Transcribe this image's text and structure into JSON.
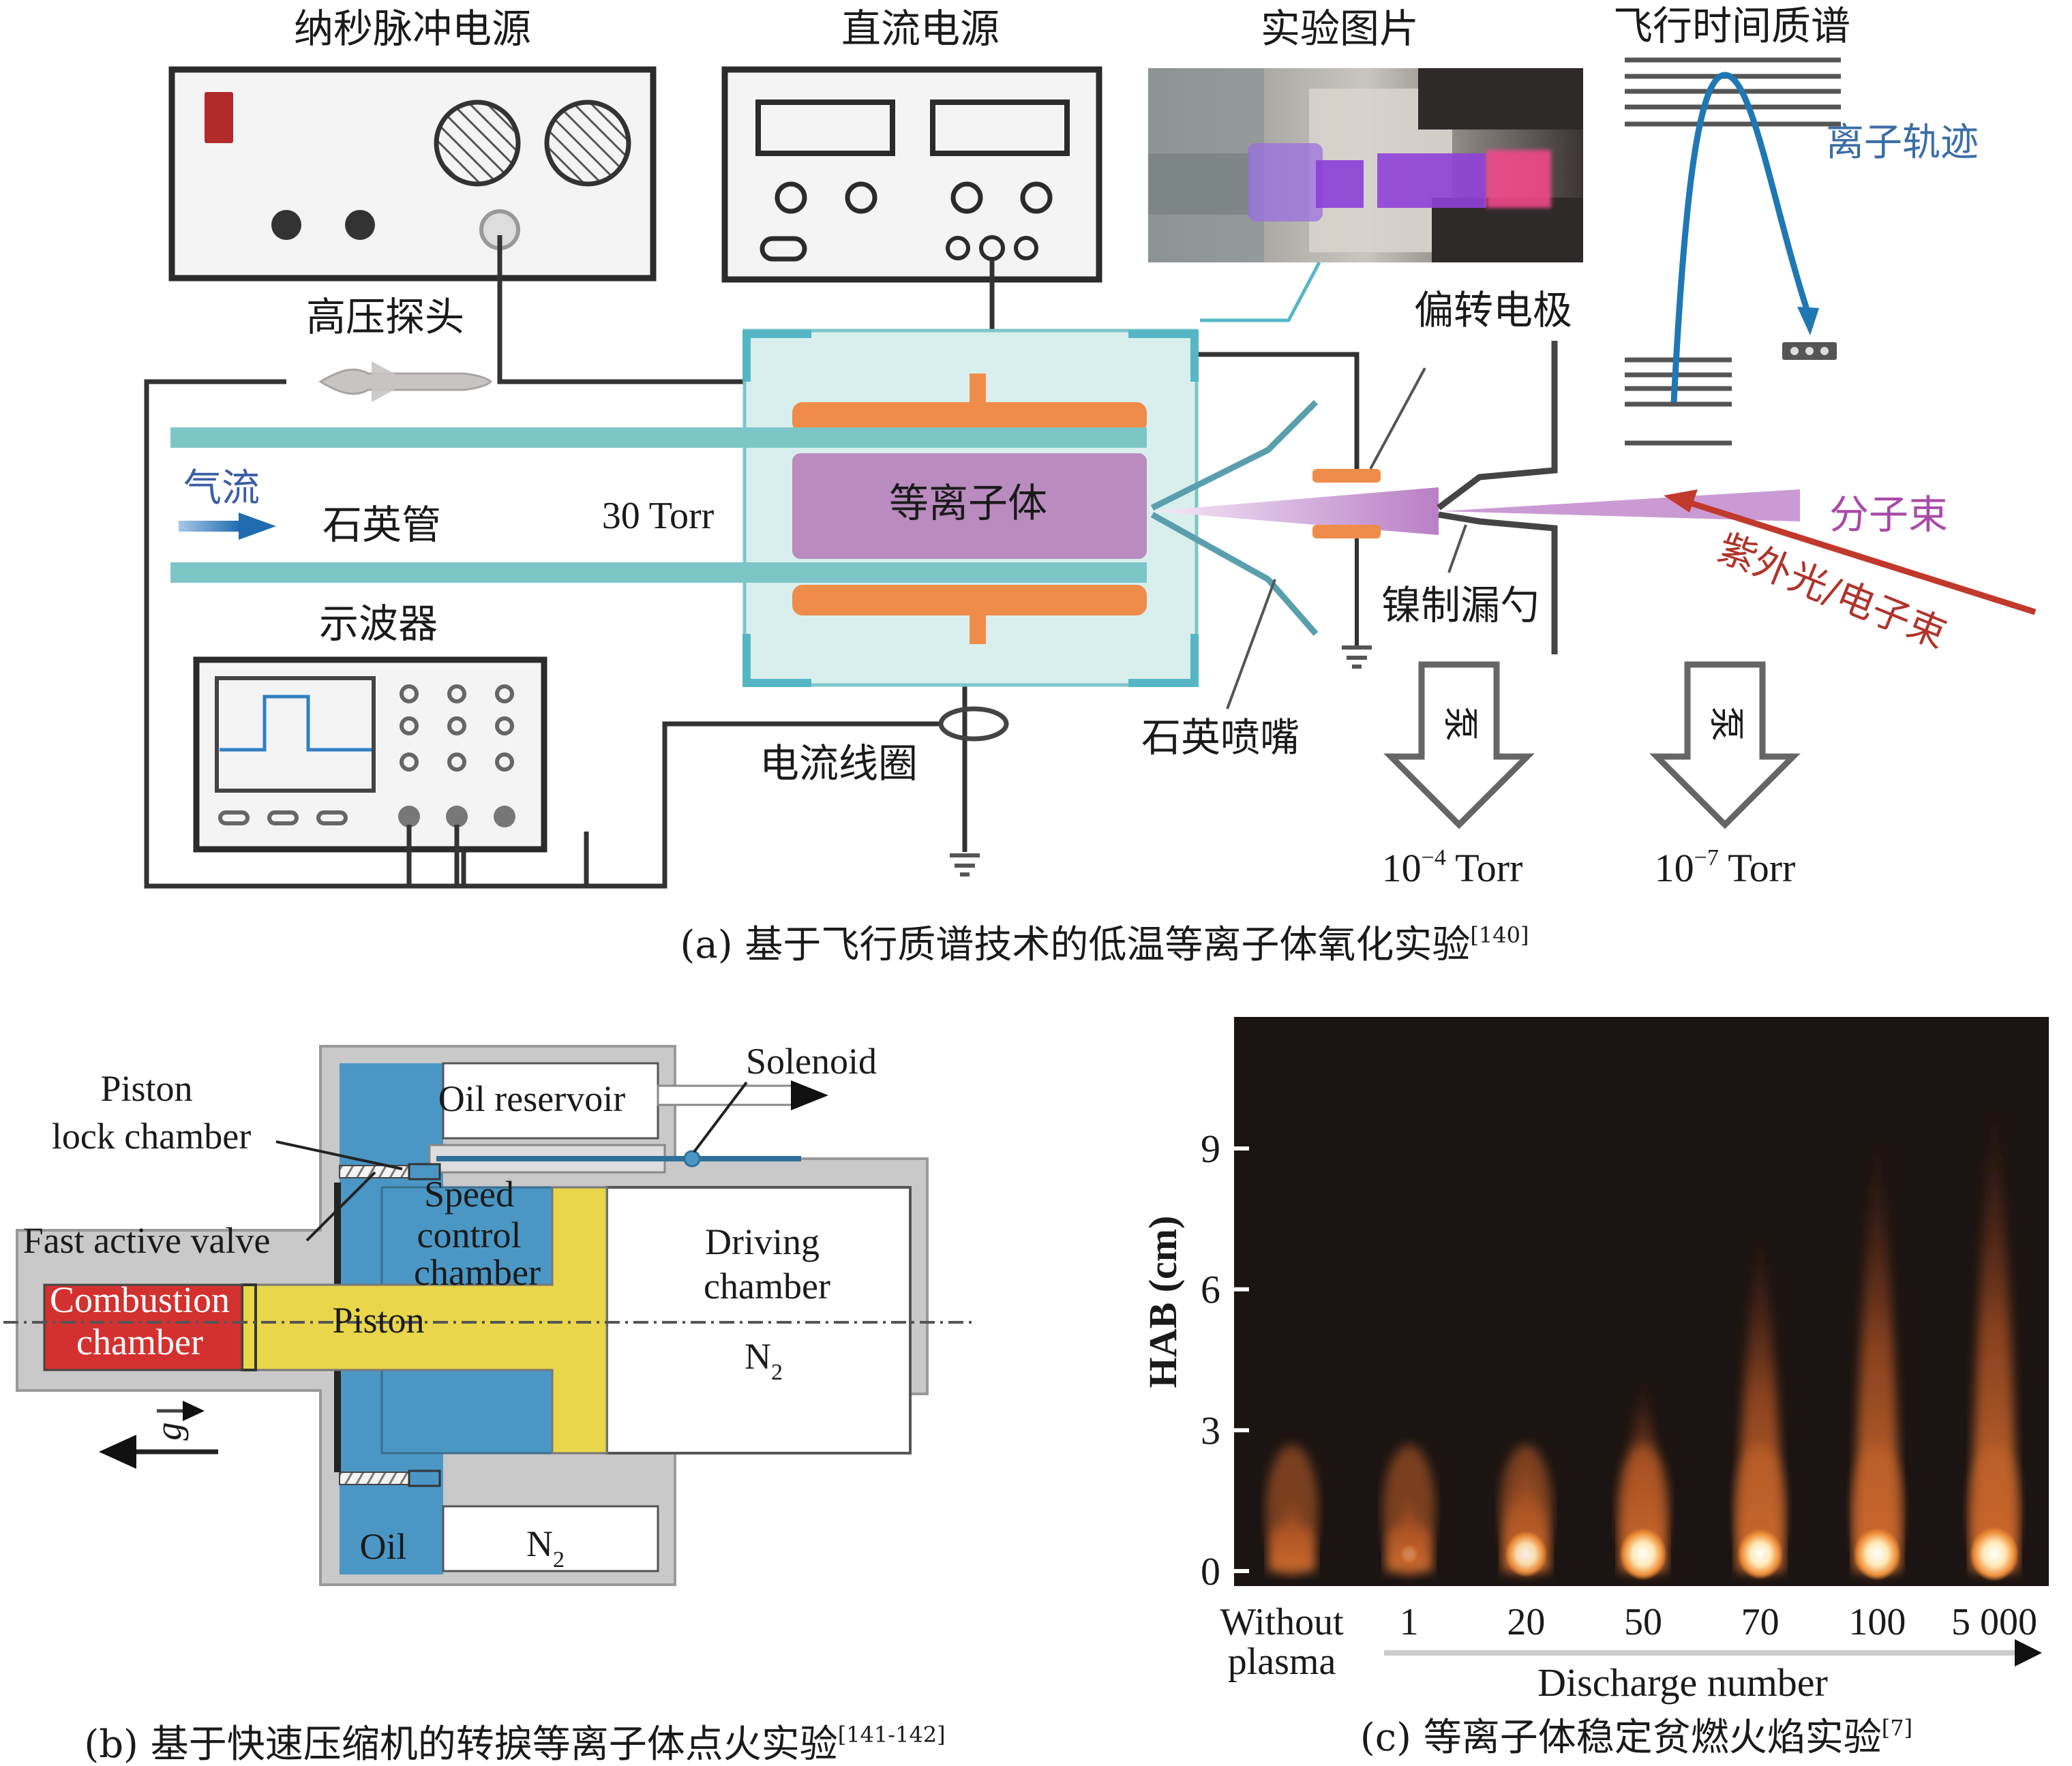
{
  "panel_a": {
    "caption": "(a) 基于飞行质谱技术的低温等离子体氧化实验",
    "caption_ref": "[140]",
    "labels": {
      "ns_pulse_power": "纳秒脉冲电源",
      "dc_power": "直流电源",
      "photo": "实验图片",
      "tof_ms": "飞行时间质谱",
      "hv_probe": "高压探头",
      "deflection_electrode": "偏转电极",
      "ion_trajectory": "离子轨迹",
      "gas_flow": "气流",
      "quartz_tube": "石英管",
      "pressure_chamber": "30 Torr",
      "plasma": "等离子体",
      "molecular_beam": "分子束",
      "nickel_skimmer": "镍制漏勺",
      "uv_electron_beam": "紫外光/电子束",
      "oscilloscope": "示波器",
      "current_coil": "电流线圈",
      "quartz_nozzle": "石英喷嘴",
      "pump_1": "泵",
      "pump_2": "泵",
      "pressure_1_base": "10",
      "pressure_1_exp": "−4",
      "pressure_1_unit": " Torr",
      "pressure_2_base": "10",
      "pressure_2_exp": "−7",
      "pressure_2_unit": " Torr"
    },
    "colors": {
      "quartz": "#7cc6c8",
      "electrode": "#f08c4a",
      "plasma": "#b98bbf",
      "ion_path": "#1f78b4",
      "uv_beam": "#c0392b",
      "beam": "#c58fd0",
      "frame": "#55b7c6",
      "red_indicator": "#b22a2a"
    }
  },
  "panel_b": {
    "caption": "(b) 基于快速压缩机的转捩等离子体点火实验",
    "caption_ref": "[141-142]",
    "labels": {
      "piston_lock_1": "Piston",
      "piston_lock_2": "lock chamber",
      "oil_reservoir": "Oil reservoir",
      "solenoid": "Solenoid",
      "speed_1": "Speed",
      "speed_2": "control",
      "speed_3": "chamber",
      "fast_valve": "Fast active valve",
      "driving_1": "Driving",
      "driving_2": "chamber",
      "combustion_1": "Combustion",
      "combustion_2": "chamber",
      "piston": "Piston",
      "n2_main": "N",
      "n2_main_sub": "2",
      "gravity": "g",
      "oil": "Oil",
      "n2_lower": "N",
      "n2_lower_sub": "2"
    },
    "colors": {
      "oil": "#4a97c6",
      "piston": "#e9d64a",
      "combustion": "#d3312f",
      "housing": "#c9c9c9"
    }
  },
  "panel_c": {
    "caption": "(c) 等离子体稳定贫燃火焰实验",
    "caption_ref": "[7]",
    "chart_data": {
      "type": "heatmap",
      "title": "",
      "ylabel": "HAB (cm)",
      "xlabel": "Discharge number",
      "yticks": [
        "0",
        "3",
        "6",
        "9"
      ],
      "ylim": [
        0,
        12
      ],
      "categories": [
        "Without plasma",
        "1",
        "20",
        "50",
        "70",
        "100",
        "5 000"
      ],
      "category_lines": [
        [
          "Without",
          "plasma"
        ],
        [
          "1"
        ],
        [
          "20"
        ],
        [
          "50"
        ],
        [
          "70"
        ],
        [
          "100"
        ],
        [
          "5 000"
        ]
      ],
      "flame_height_cm": [
        1.8,
        1.8,
        2.7,
        4.3,
        7.5,
        9.5,
        10.2
      ],
      "bright_core_intensity": [
        0.0,
        0.15,
        0.8,
        0.95,
        0.9,
        0.95,
        1.0
      ]
    }
  }
}
